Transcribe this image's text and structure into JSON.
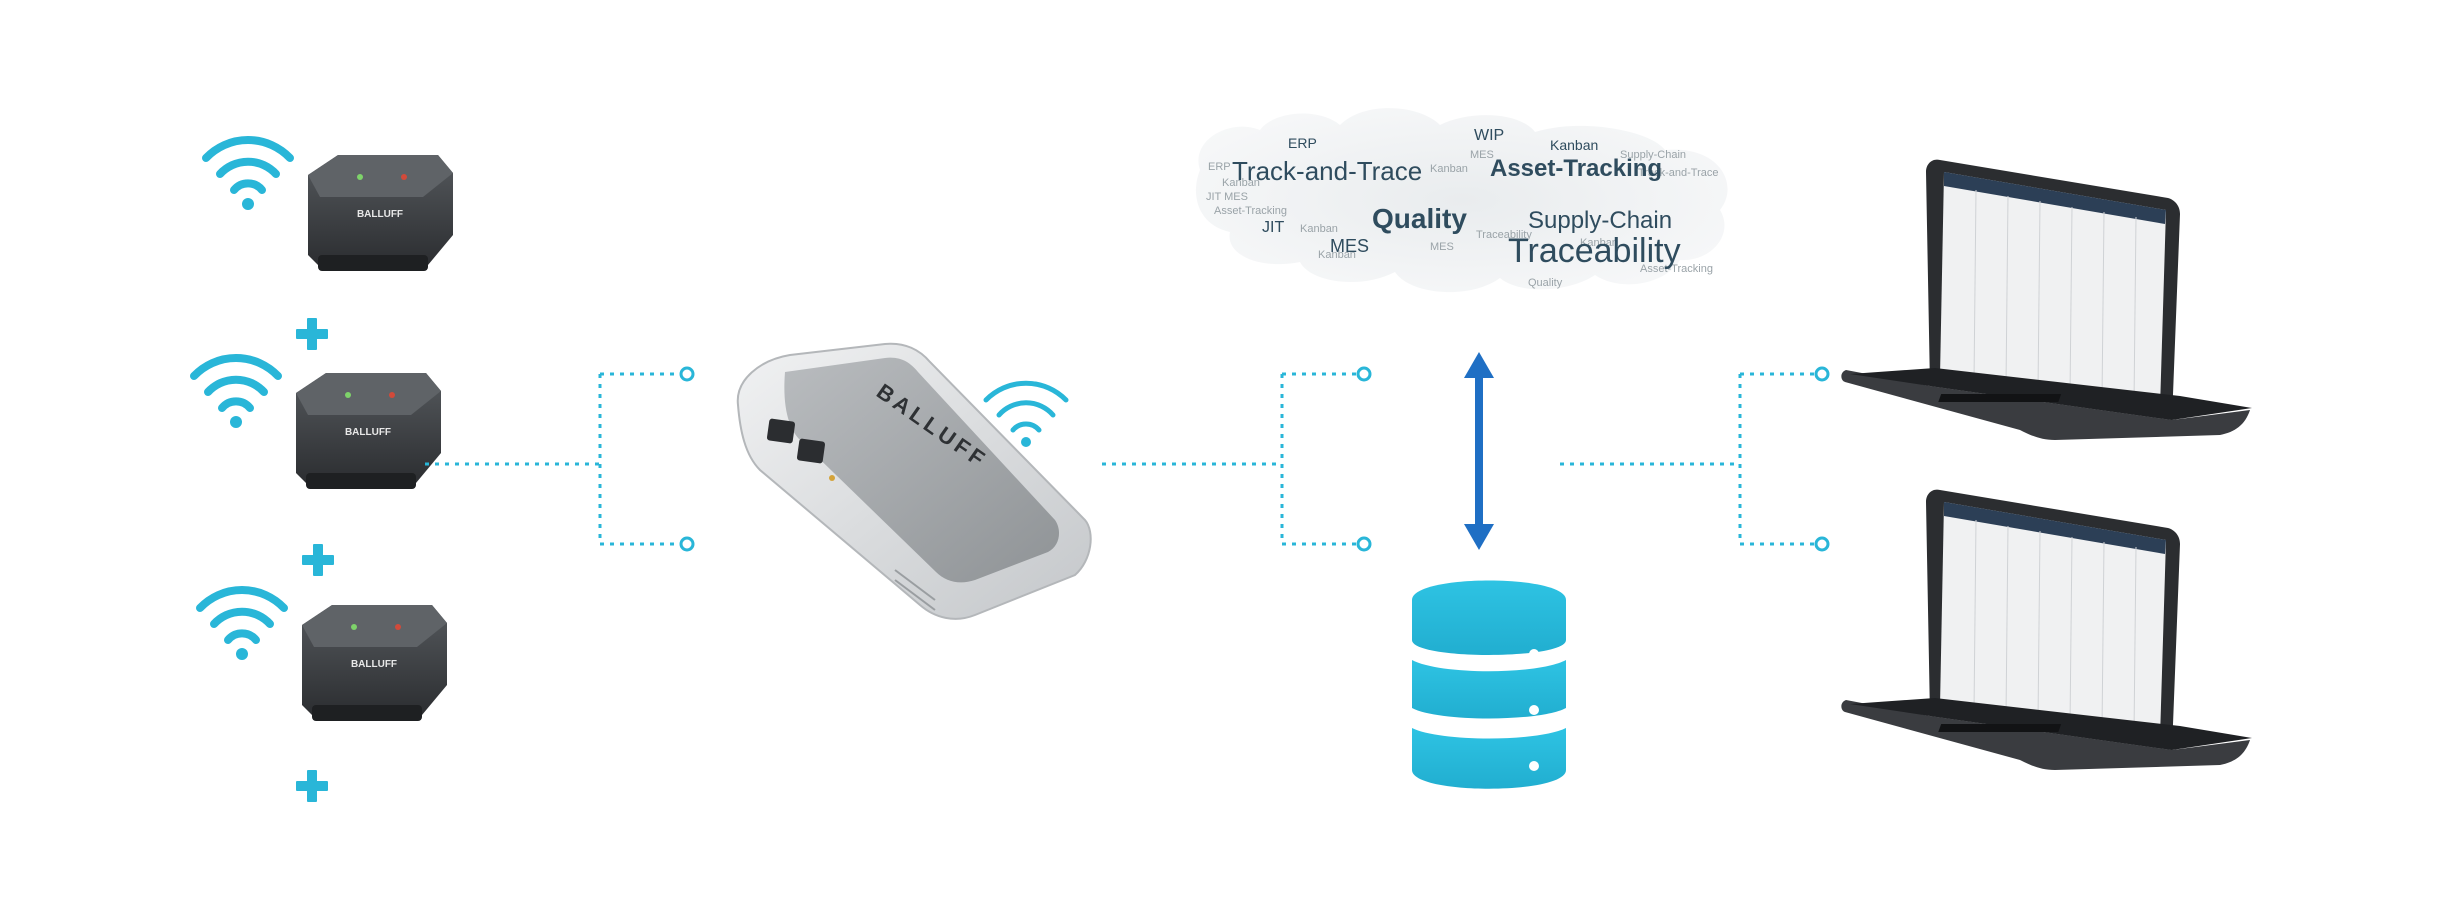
{
  "colors": {
    "accent": "#29b6d8",
    "arrow": "#1f6fc4",
    "tag_body": "#3a3d40",
    "gateway_body": "#d9dbdd",
    "laptop_body": "#2b2d30",
    "word_dark": "#2f4c5e",
    "word_light": "#9aa3a8"
  },
  "icons": {
    "wifi": "wifi-icon",
    "plus": "plus-icon",
    "database": "database-icon",
    "arrow": "double-arrow-icon"
  },
  "tags": {
    "brand": "BALLUFF",
    "count": 3
  },
  "gateway": {
    "brand": "BALLUFF"
  },
  "word_cloud": {
    "primary": [
      "Track-and-Trace",
      "Asset-Tracking",
      "Quality",
      "Supply-Chain",
      "Traceability"
    ],
    "secondary": [
      "ERP",
      "WIP",
      "JIT",
      "MES",
      "Kanban"
    ]
  },
  "laptops": {
    "count": 2
  }
}
